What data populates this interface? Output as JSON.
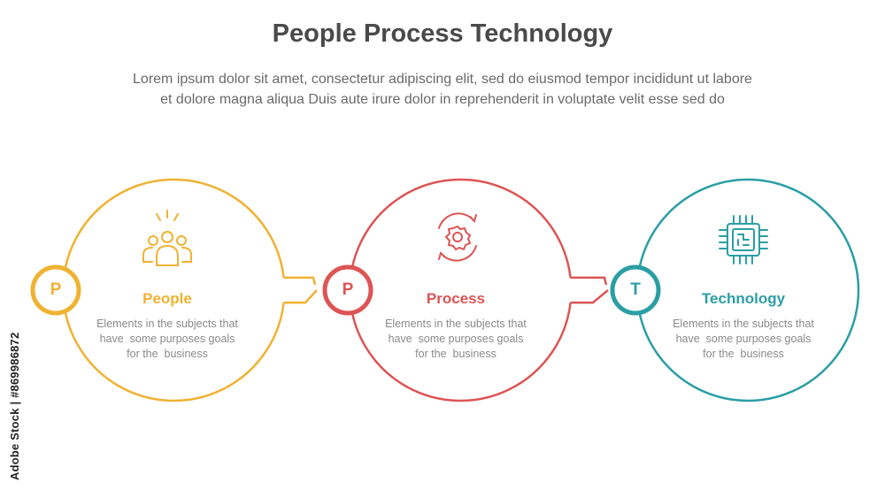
{
  "header": {
    "title": "People Process Technology",
    "subtitle_line1": "Lorem ipsum dolor sit amet, consectetur adipiscing elit, sed do eiusmod tempor incididunt ut labore",
    "subtitle_line2": "et dolore magna aliqua Duis aute irure dolor in reprehenderit in voluptate velit esse sed do"
  },
  "steps": [
    {
      "letter": "P",
      "title": "People",
      "desc_line1": "Elements in the subjects that",
      "desc_line2": "have  some purposes goals",
      "desc_line3": "for the  business",
      "color": "#f0b232",
      "icon": "people-icon"
    },
    {
      "letter": "P",
      "title": "Process",
      "desc_line1": "Elements in the subjects that",
      "desc_line2": "have  some purposes goals",
      "desc_line3": "for the  business",
      "color": "#dd5454",
      "icon": "process-gear-icon"
    },
    {
      "letter": "T",
      "title": "Technology",
      "desc_line1": "Elements in the subjects that",
      "desc_line2": "have  some purposes goals",
      "desc_line3": "for the  business",
      "color": "#2b9ea5",
      "icon": "chip-icon"
    }
  ],
  "watermark": {
    "credit": "Adobe Stock | #869986872"
  }
}
